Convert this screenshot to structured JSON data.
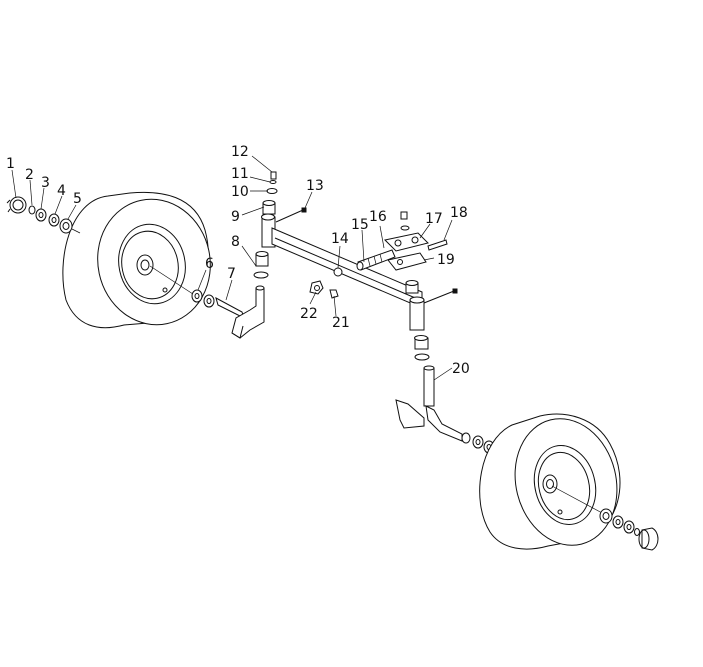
{
  "callouts": [
    {
      "n": "1",
      "label": "1"
    },
    {
      "n": "2",
      "label": "2"
    },
    {
      "n": "3",
      "label": "3"
    },
    {
      "n": "4",
      "label": "4"
    },
    {
      "n": "5",
      "label": "5"
    },
    {
      "n": "6",
      "label": "6"
    },
    {
      "n": "7",
      "label": "7"
    },
    {
      "n": "8",
      "label": "8"
    },
    {
      "n": "9",
      "label": "9"
    },
    {
      "n": "10",
      "label": "10"
    },
    {
      "n": "11",
      "label": "11"
    },
    {
      "n": "12",
      "label": "12"
    },
    {
      "n": "13",
      "label": "13"
    },
    {
      "n": "14",
      "label": "14"
    },
    {
      "n": "15",
      "label": "15"
    },
    {
      "n": "16",
      "label": "16"
    },
    {
      "n": "17",
      "label": "17"
    },
    {
      "n": "18",
      "label": "18"
    },
    {
      "n": "19",
      "label": "19"
    },
    {
      "n": "20",
      "label": "20"
    },
    {
      "n": "21",
      "label": "21"
    },
    {
      "n": "22",
      "label": "22"
    }
  ],
  "colors": {
    "line": "#111111",
    "background": "#ffffff"
  }
}
